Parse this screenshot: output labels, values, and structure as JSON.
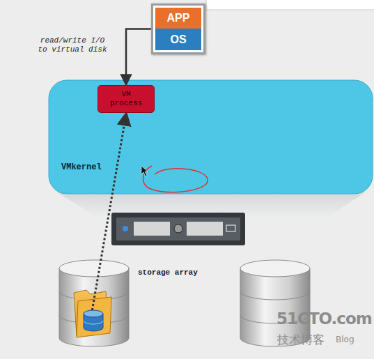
{
  "diagram": {
    "nodes": [
      {
        "text": [
          "APP",
          "OS"
        ]
      },
      {
        "text": [
          "VMkernel"
        ]
      },
      {
        "text": [
          "VM process"
        ],
        "in": 1
      }
    ],
    "edges": [
      {
        "from": 0,
        "to": 2,
        "arrow": "to",
        "label": "read/write I/O to virtual disk"
      }
    ],
    "labels": [
      "storage array",
      "51CTO.com",
      "技术博客",
      "Blog"
    ]
  }
}
